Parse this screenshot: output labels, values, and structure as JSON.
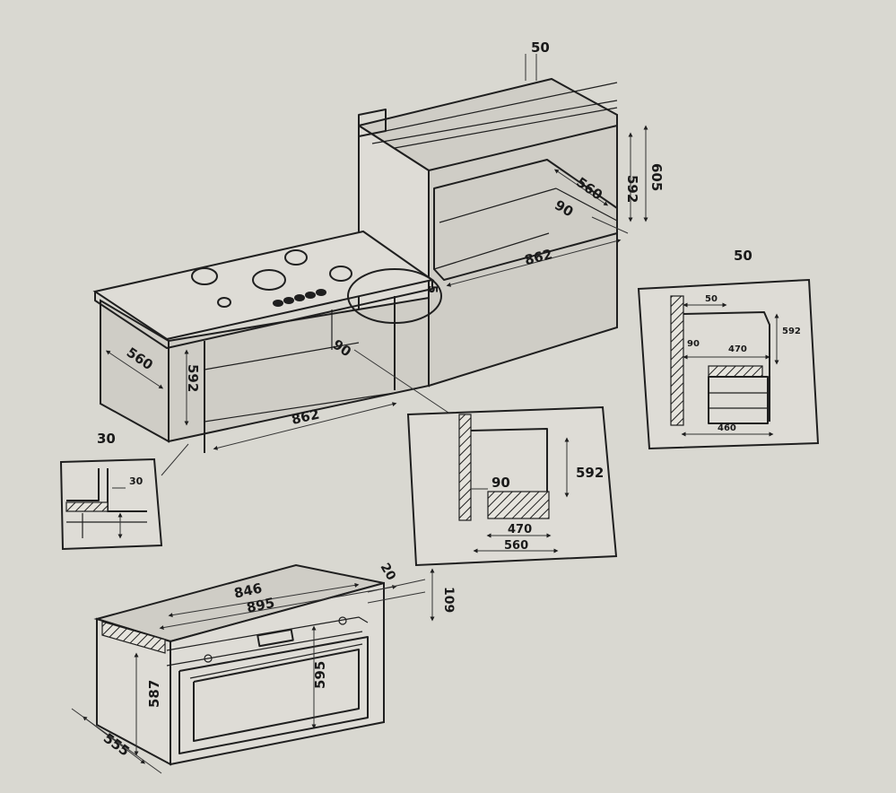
{
  "main_cabinet": {
    "depth": "560",
    "height": "592",
    "width": "862",
    "vent_gap": "90",
    "clearance": "5",
    "side_gap_callout": "30"
  },
  "tall_cabinet": {
    "top_gap": "50",
    "depth": "560",
    "height_inner": "592",
    "height_outer": "605",
    "vent_gap": "90",
    "width": "862",
    "side_callout": "50"
  },
  "detail_center": {
    "height": "592",
    "vent": "90",
    "oven_depth": "470",
    "cabinet_depth": "560"
  },
  "detail_right": {
    "gap": "50",
    "height": "592",
    "vent": "90",
    "oven_depth": "470",
    "base_depth": "460"
  },
  "detail_left": {
    "gap": "30"
  },
  "oven": {
    "inner_width": "846",
    "outer_width": "895",
    "panel_depth": "20",
    "panel_height": "109",
    "cavity_height": "595",
    "body_height": "587",
    "body_depth": "555"
  }
}
